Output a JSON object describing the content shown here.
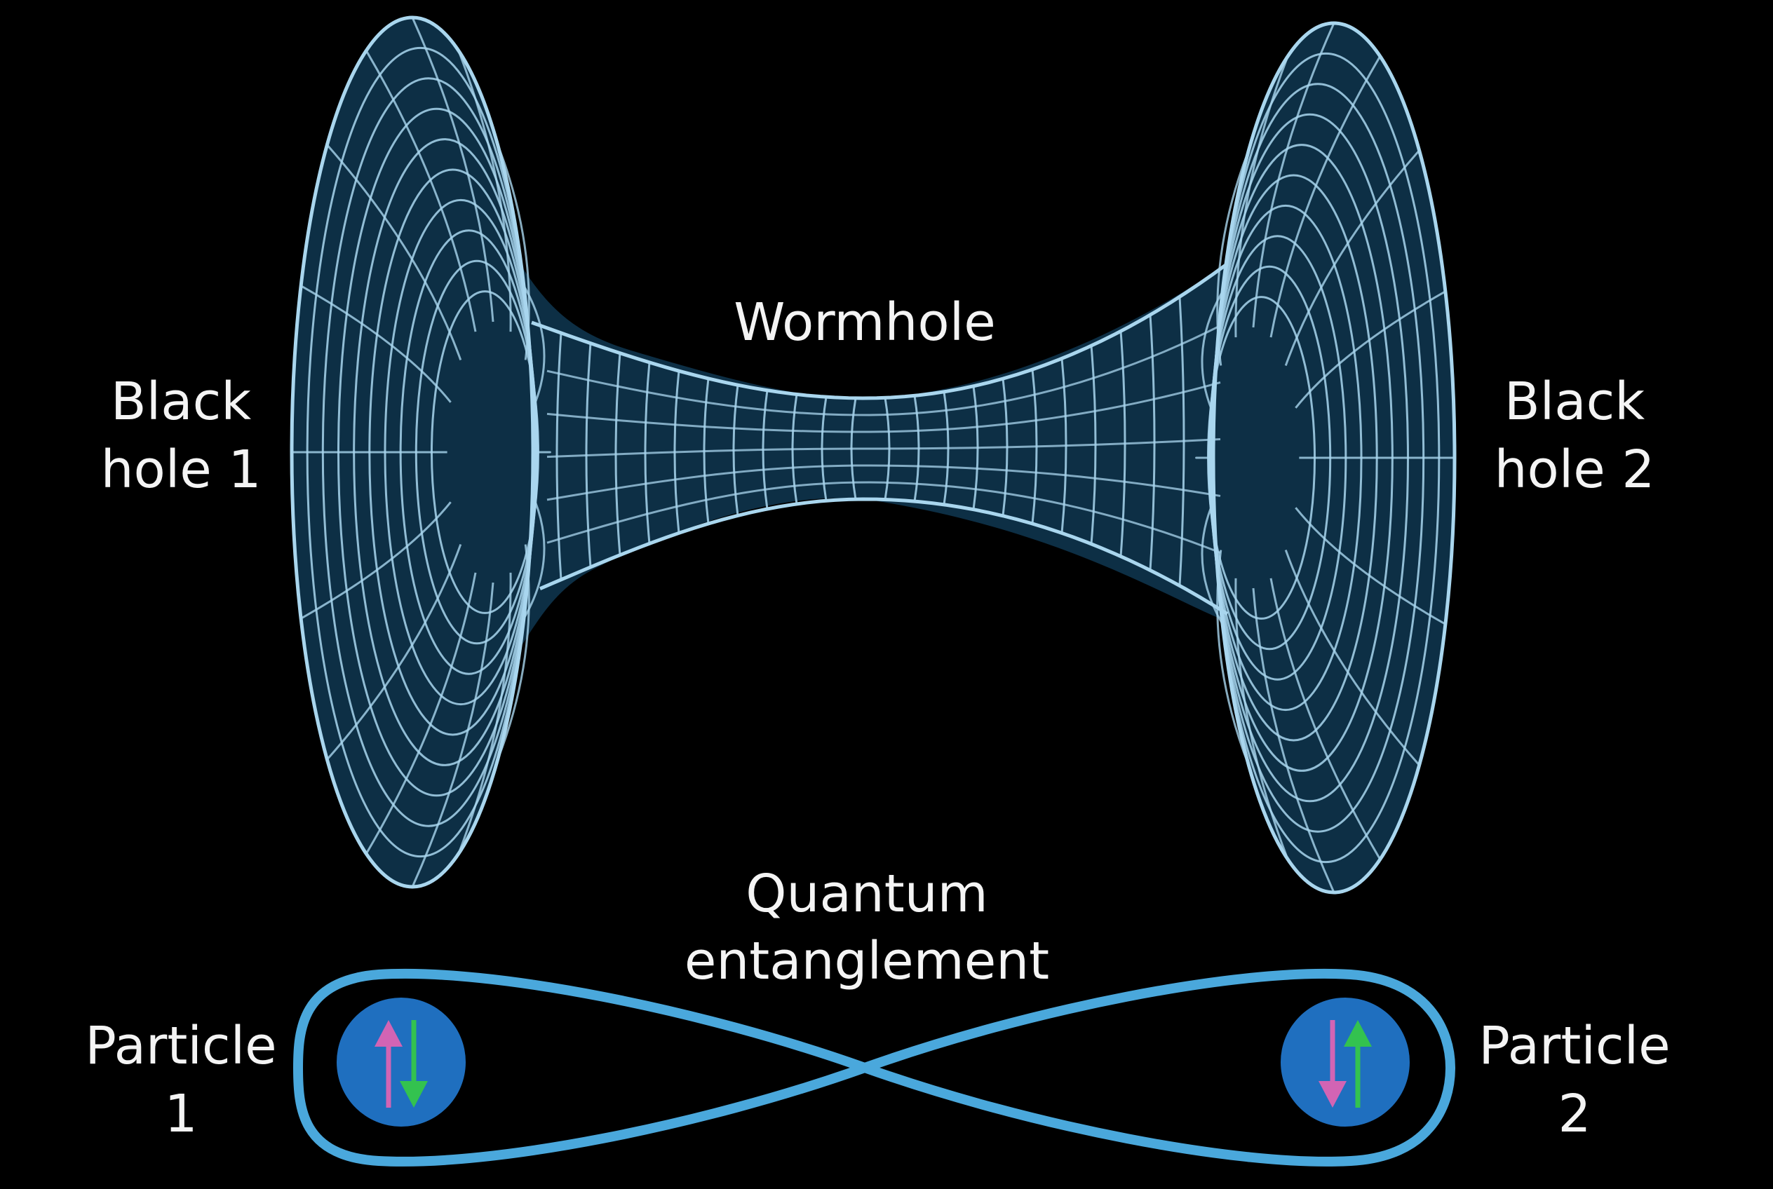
{
  "labels": {
    "wormhole": "Wormhole",
    "black_hole_1": [
      "Black",
      "hole 1"
    ],
    "black_hole_2": [
      "Black",
      "hole 2"
    ],
    "entanglement": [
      "Quantum",
      "entanglement"
    ],
    "particle_1": [
      "Particle",
      "1"
    ],
    "particle_2": [
      "Particle",
      "2"
    ]
  },
  "colors": {
    "background": "#000000",
    "surface": "#0d2f45",
    "grid": "#a9d6ee",
    "loop": "#4aa8dc",
    "particle": "#1f6fbf",
    "spin_up": "#d264b4",
    "spin_down": "#33c24f"
  },
  "particles": [
    {
      "name": "particle-1",
      "spins": [
        "up-magenta",
        "down-green"
      ]
    },
    {
      "name": "particle-2",
      "spins": [
        "down-magenta",
        "up-green"
      ]
    }
  ]
}
